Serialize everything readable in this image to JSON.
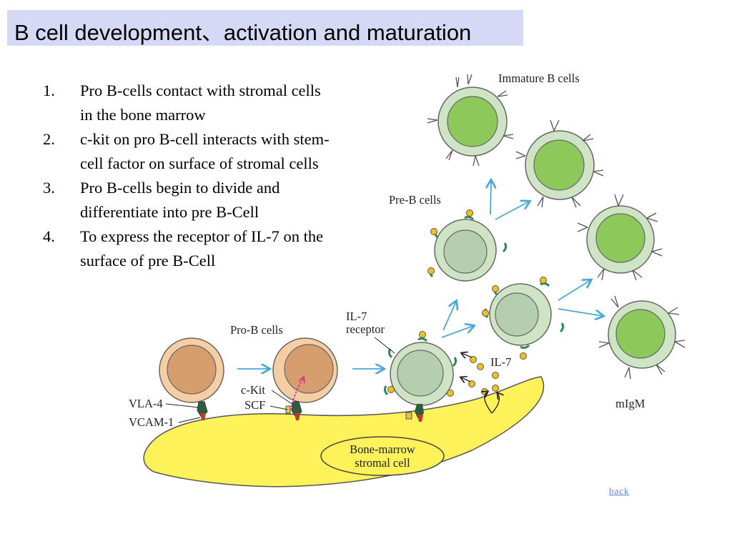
{
  "title": "B cell development、activation and maturation",
  "points": [
    {
      "num": "1.",
      "lines": [
        "Pro B-cells contact with stromal cells",
        "in the bone marrow"
      ]
    },
    {
      "num": "2.",
      "lines": [
        "c-kit on pro B-cell interacts with stem-",
        "cell factor on surface of stromal cells"
      ]
    },
    {
      "num": "3.",
      "lines": [
        "Pro B-cells begin to divide and",
        "differentiate into pre B-Cell"
      ]
    },
    {
      "num": "4.",
      "lines": [
        "To express the receptor of IL-7 on the",
        "surface of pre B-Cell"
      ]
    }
  ],
  "diagram": {
    "labels": {
      "immature": "Immature B cells",
      "preb": "Pre-B cells",
      "prob": "Pro-B cells",
      "il7r_1": "IL-7",
      "il7r_2": "receptor",
      "il7": "IL-7",
      "vla4": "VLA-4",
      "vcam1": "VCAM-1",
      "ckit": "c-Kit",
      "scf": "SCF",
      "stromal_1": "Bone-marrow",
      "stromal_2": "stromal cell",
      "migm": "mIgM"
    },
    "colors": {
      "stromal": "#fdf25a",
      "pro_cell": "#f5cfa3",
      "pro_nucleus": "#d69e6f",
      "pre_cell": "#cfe4c5",
      "pre_nucleus": "#b5cfae",
      "immature_nucleus": "#8cc85a",
      "arrow": "#4aa8d8",
      "receptor": "#2e8b57",
      "il7_dot": "#f0c020"
    }
  },
  "back_label": "back"
}
